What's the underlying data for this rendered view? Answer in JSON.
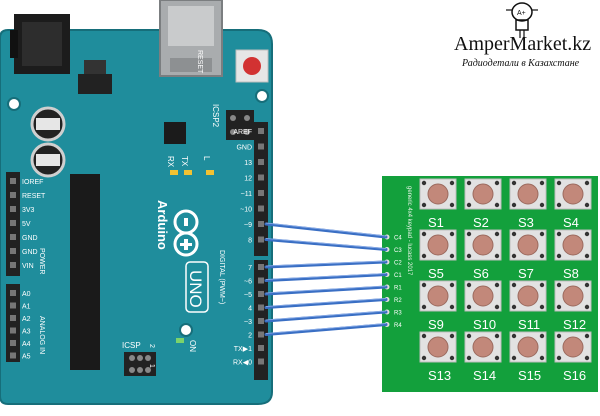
{
  "brand": {
    "title": "AmperMarket.kz",
    "subtitle": "Радиодетали в Казахстане",
    "logo_letters": "A+"
  },
  "arduino": {
    "reset_label": "RESET",
    "icsp2_label": "ICSP2",
    "icsp_label": "ICSP",
    "tx_label": "TX",
    "rx_label": "RX",
    "l_label": "L",
    "on_label": "ON",
    "brand_name": "Arduino",
    "model": "UNO",
    "digital_label": "DIGITAL (PWM~)",
    "power_label": "POWER",
    "analog_label": "ANALOG IN",
    "left_pins_power": [
      "IOREF",
      "RESET",
      "3V3",
      "5V",
      "GND",
      "GND",
      "VIN"
    ],
    "left_pins_analog": [
      "A0",
      "A1",
      "A2",
      "A3",
      "A4",
      "A5"
    ],
    "right_pins_top": [
      "AREF",
      "GND",
      "13",
      "12",
      "~11",
      "~10",
      "~9",
      "8"
    ],
    "right_pins_bottom": [
      "7",
      "~6",
      "~5",
      "4",
      "~3",
      "2",
      "TX▶1",
      "RX◀0"
    ],
    "icsp_pin_marks": [
      "2",
      "1"
    ]
  },
  "keypad": {
    "pin_labels": [
      "C4",
      "C3",
      "C2",
      "C1",
      "R1",
      "R2",
      "R3",
      "R4"
    ],
    "side_text": "generic 4x4 keypad - lucass 2017",
    "keys": [
      "S1",
      "S2",
      "S3",
      "S4",
      "S5",
      "S6",
      "S7",
      "S8",
      "S9",
      "S10",
      "S11",
      "S12",
      "S13",
      "S14",
      "S15",
      "S16"
    ]
  },
  "colors": {
    "arduino_board": "#1f8d9c",
    "keypad_board": "#13a03c",
    "wire": "#3a6fc4",
    "button_cap": "#c2887a",
    "header_black": "#222222"
  },
  "connections": [
    {
      "from": "~9",
      "to": "C4"
    },
    {
      "from": "8",
      "to": "C3"
    },
    {
      "from": "7",
      "to": "C2"
    },
    {
      "from": "~6",
      "to": "C1"
    },
    {
      "from": "~5",
      "to": "R1"
    },
    {
      "from": "4",
      "to": "R2"
    },
    {
      "from": "~3",
      "to": "R3"
    },
    {
      "from": "2",
      "to": "R4"
    }
  ]
}
